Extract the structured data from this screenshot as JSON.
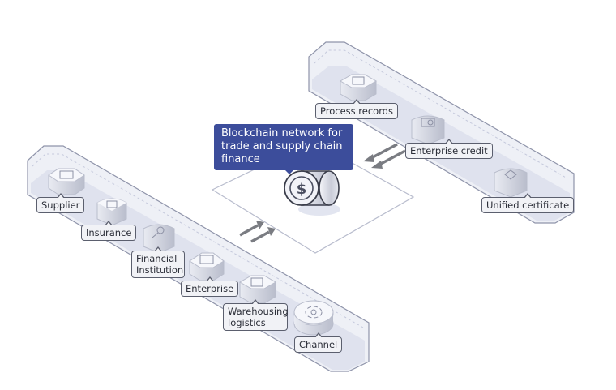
{
  "title": "Blockchain network for trade and supply chain finance",
  "callout": {
    "text": "Blockchain network for trade and supply chain finance"
  },
  "participants": [
    {
      "label": "Supplier",
      "icon": "document-icon"
    },
    {
      "label": "Insurance",
      "icon": "shield-icon"
    },
    {
      "label": "Financial Institution",
      "icon": "key-icon"
    },
    {
      "label": "Enterprise",
      "icon": "building-icon"
    },
    {
      "label": "Warehousing logistics",
      "icon": "warehouse-icon"
    },
    {
      "label": "Channel",
      "icon": "network-icon"
    }
  ],
  "records": [
    {
      "label": "Process records",
      "icon": "record-icon"
    },
    {
      "label": "Enterprise credit",
      "icon": "credit-icon"
    },
    {
      "label": "Unified certificate",
      "icon": "certificate-icon"
    }
  ],
  "colors": {
    "callout_bg": "#3c4d9b",
    "platform": "#e3e6f2",
    "platform_edge": "#8f94aa",
    "arrow": "#7a7c82"
  }
}
